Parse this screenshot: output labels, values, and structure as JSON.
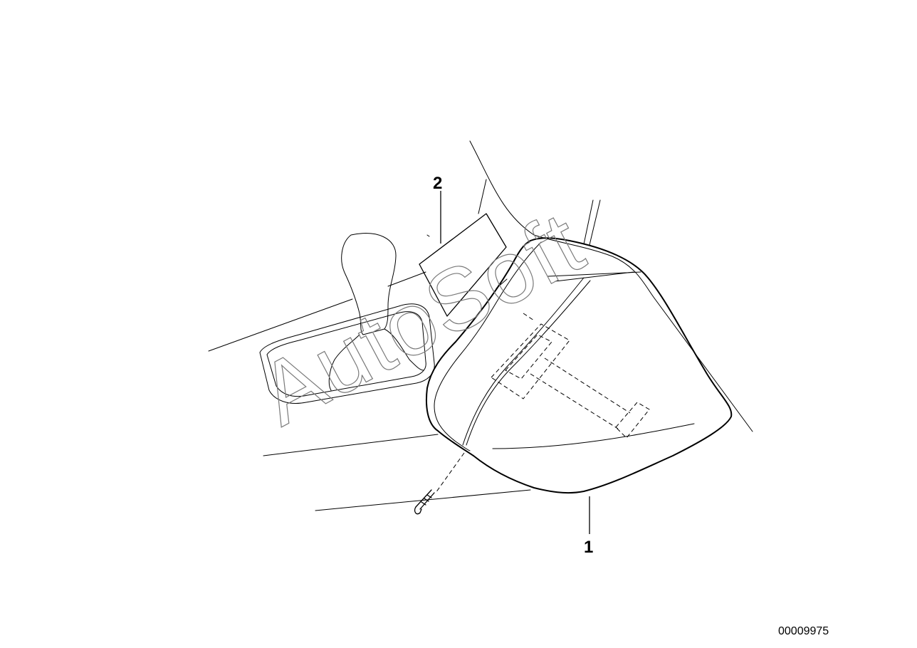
{
  "diagram": {
    "callouts": [
      {
        "label": "2"
      },
      {
        "label": "1"
      }
    ],
    "document_number": "00009975",
    "watermark": "AutoSoft"
  }
}
